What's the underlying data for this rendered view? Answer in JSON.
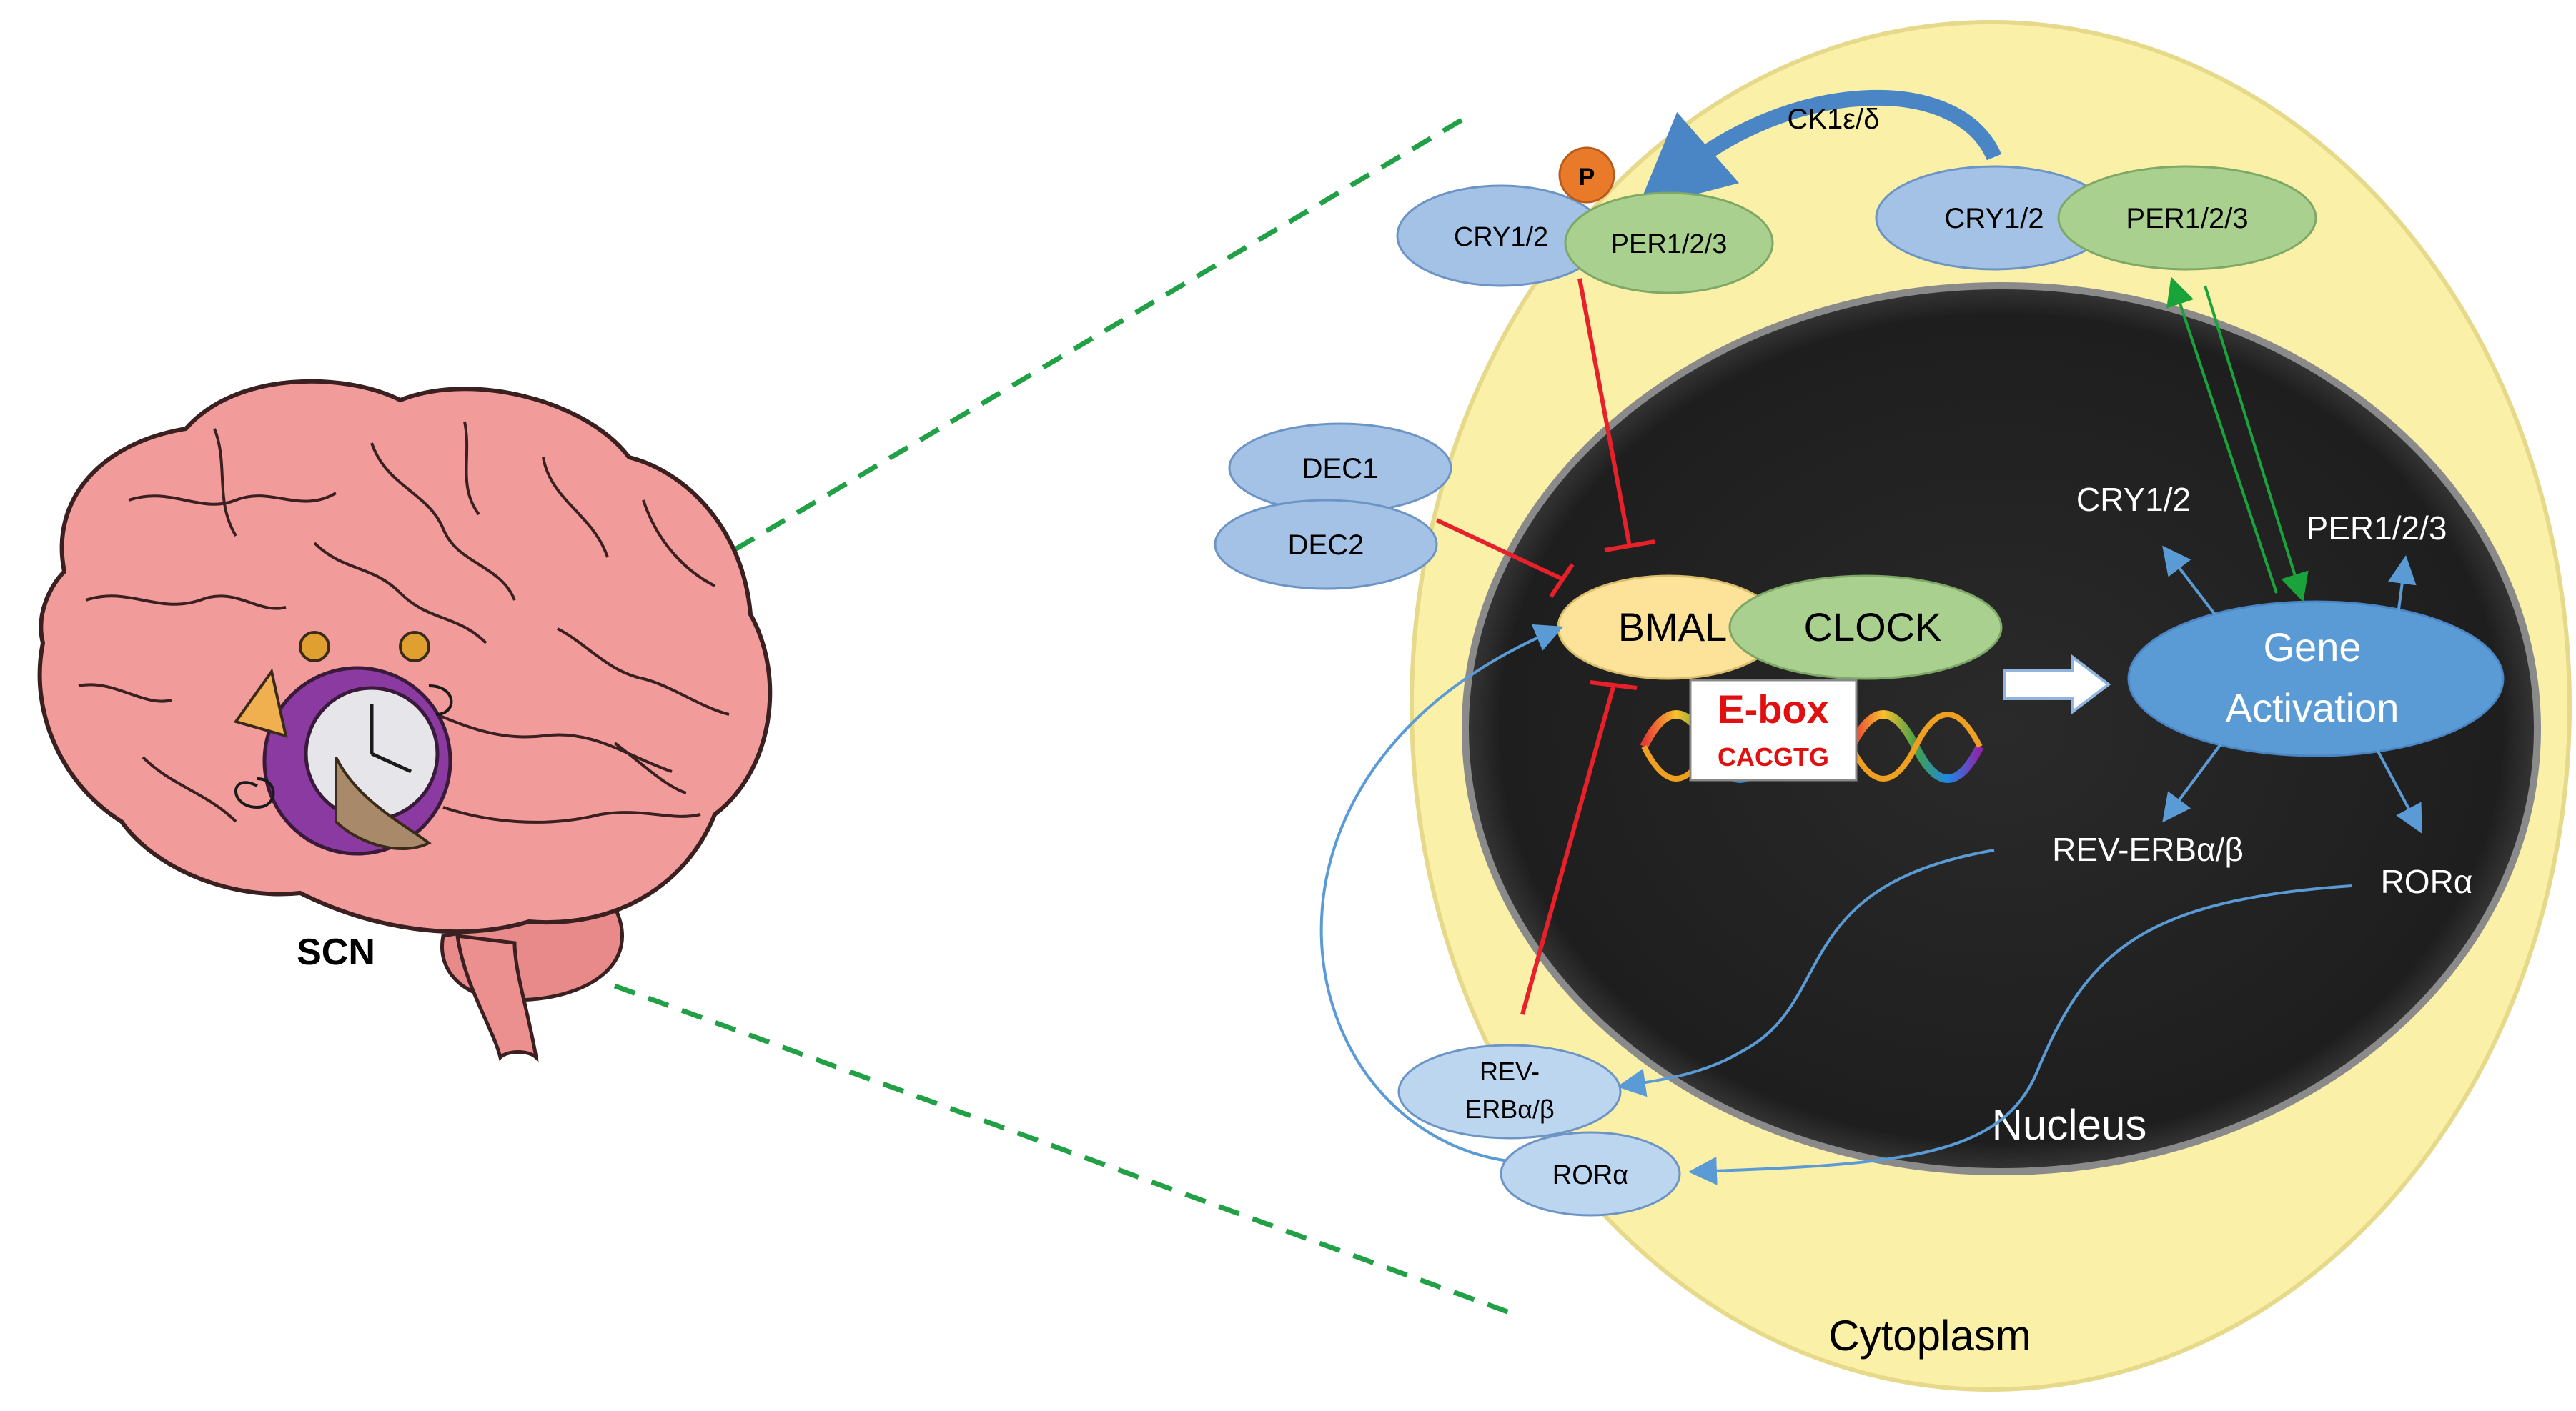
{
  "brain": {
    "scn_label": "SCN"
  },
  "regions": {
    "cytoplasm_label": "Cytoplasm",
    "nucleus_label": "Nucleus"
  },
  "cytoplasm_complexes": {
    "phosphorylated": {
      "cry": "CRY1/2",
      "per": "PER1/2/3",
      "phospho": "P"
    },
    "unphosphorylated": {
      "cry": "CRY1/2",
      "per": "PER1/2/3"
    },
    "kinase_label": "CK1ε/δ"
  },
  "dec": {
    "dec1": "DEC1",
    "dec2": "DEC2"
  },
  "core": {
    "bmal": "BMAL",
    "clock": "CLOCK",
    "ebox_title": "E-box",
    "ebox_seq": "CACGTG",
    "gene_activation_line1": "Gene",
    "gene_activation_line2": "Activation"
  },
  "products": {
    "cry": "CRY1/2",
    "per": "PER1/2/3",
    "rev_erb": "REV-ERBα/β",
    "ror": "RORα"
  },
  "cytoplasm_products": {
    "rev_erb_line1": "REV-",
    "rev_erb_line2": "ERBα/β",
    "ror": "RORα"
  },
  "colors": {
    "cytoplasm": "#fbf0a8",
    "nucleus": "#262626",
    "cry": "#a4c2e6",
    "per": "#a9d08e",
    "bmal": "#fde29a",
    "gene_activation": "#5b9bd5",
    "inhibit": "#e8202a",
    "activate": "#1aa33a",
    "arrow_blue": "#5b9bd5",
    "zoom_line": "#22a045",
    "brain": "#f29b9b"
  }
}
